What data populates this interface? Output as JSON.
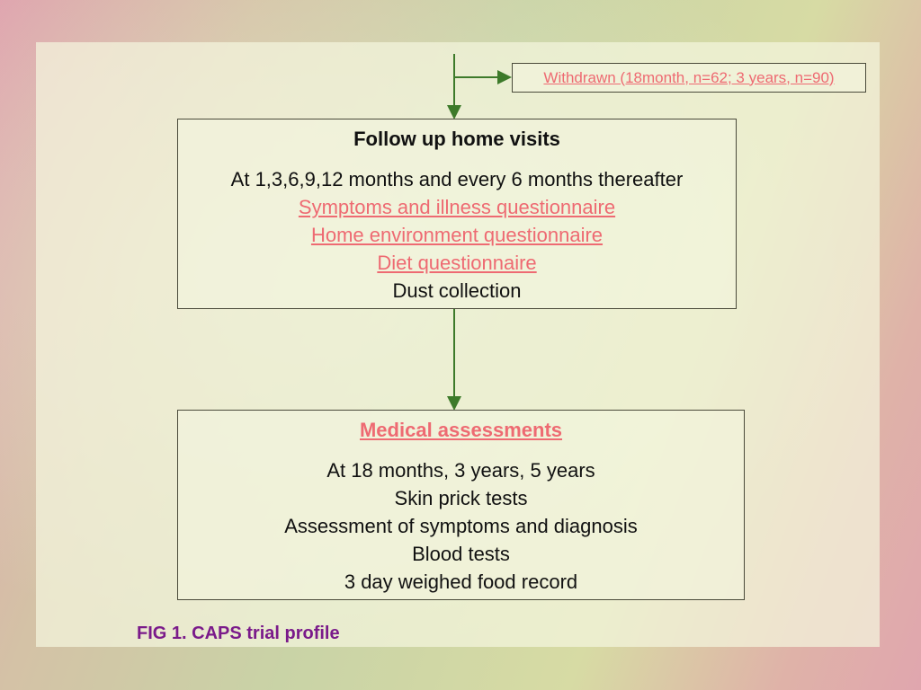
{
  "withdrawn": {
    "text": "Withdrawn (18month, n=62; 3 years, n=90)"
  },
  "follow_up": {
    "title": "Follow up home visits",
    "lines": [
      "At 1,3,6,9,12 months and every 6 months thereafter",
      "Symptoms and illness questionnaire",
      "Home environment questionnaire",
      "Diet questionnaire",
      "Dust collection"
    ]
  },
  "medical": {
    "title": "Medical assessments",
    "lines": [
      "At 18 months, 3 years, 5 years",
      "Skin prick tests",
      "Assessment of symptoms and diagnosis",
      "Blood tests",
      "3 day weighed food record"
    ]
  },
  "caption": "FIG 1. CAPS trial profile",
  "colors": {
    "arrow": "#3d7a2a",
    "link": "#ee6a72",
    "caption": "#7a1a8a"
  }
}
